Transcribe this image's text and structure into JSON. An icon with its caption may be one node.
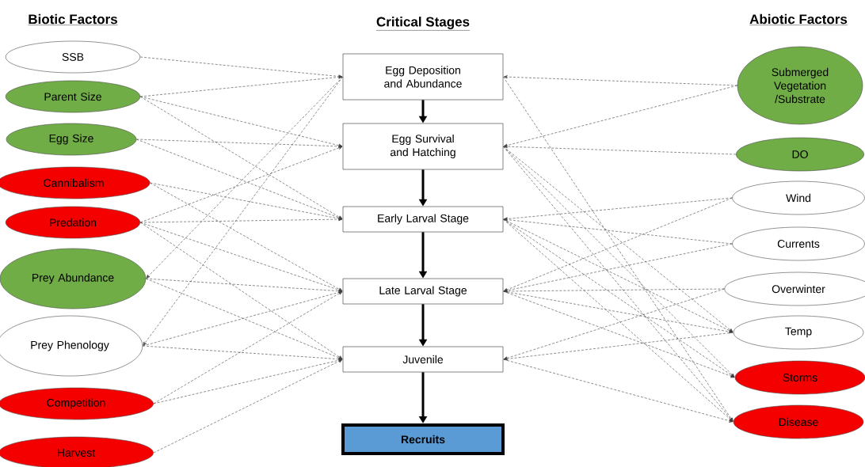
{
  "diagram": {
    "nodes": [
      {
        "text": [
          "SSB"
        ]
      },
      {
        "text": [
          "Parent Size"
        ]
      },
      {
        "text": [
          "Egg Size"
        ]
      },
      {
        "text": [
          "Cannibalism"
        ]
      },
      {
        "text": [
          "Predation"
        ]
      },
      {
        "text": [
          "Prey Abundance"
        ]
      },
      {
        "text": [
          "Prey Phenology"
        ]
      },
      {
        "text": [
          "Competition"
        ]
      },
      {
        "text": [
          "Harvest"
        ]
      },
      {
        "text": [
          "Egg Deposition and Abundance"
        ]
      },
      {
        "text": [
          "Egg Survival and Hatching"
        ]
      },
      {
        "text": [
          "Early Larval Stage"
        ]
      },
      {
        "text": [
          "Late Larval Stage"
        ]
      },
      {
        "text": [
          "Juvenile"
        ]
      },
      {
        "text": [
          "Recruits"
        ]
      },
      {
        "text": [
          "Submerged Vegetation /Substrate"
        ]
      },
      {
        "text": [
          "DO"
        ]
      },
      {
        "text": [
          "Wind"
        ]
      },
      {
        "text": [
          "Currents"
        ]
      },
      {
        "text": [
          "Overwinter"
        ]
      },
      {
        "text": [
          "Temp"
        ]
      },
      {
        "text": [
          "Storms"
        ]
      },
      {
        "text": [
          "Disease"
        ]
      }
    ],
    "edges": [
      {
        "from": 9,
        "to": 10,
        "arrow": "to",
        "style": "thick"
      },
      {
        "from": 10,
        "to": 11,
        "arrow": "to",
        "style": "thick"
      },
      {
        "from": 11,
        "to": 12,
        "arrow": "to",
        "style": "thick"
      },
      {
        "from": 12,
        "to": 13,
        "arrow": "to",
        "style": "thick"
      },
      {
        "from": 13,
        "to": 14,
        "arrow": "to",
        "style": "thick"
      },
      {
        "from": 0,
        "to": 9,
        "arrow": "to",
        "style": "dashed"
      },
      {
        "from": 1,
        "to": 9,
        "arrow": "to",
        "style": "dashed"
      },
      {
        "from": 1,
        "to": 10,
        "arrow": "to",
        "style": "dashed"
      },
      {
        "from": 1,
        "to": 11,
        "arrow": "to",
        "style": "dashed"
      },
      {
        "from": 2,
        "to": 10,
        "arrow": "to",
        "style": "dashed"
      },
      {
        "from": 2,
        "to": 11,
        "arrow": "to",
        "style": "dashed"
      },
      {
        "from": 3,
        "to": 11,
        "arrow": "to",
        "style": "dashed"
      },
      {
        "from": 3,
        "to": 12,
        "arrow": "to",
        "style": "dashed"
      },
      {
        "from": 4,
        "to": 10,
        "arrow": "to",
        "style": "dashed"
      },
      {
        "from": 4,
        "to": 11,
        "arrow": "to",
        "style": "dashed"
      },
      {
        "from": 4,
        "to": 12,
        "arrow": "to",
        "style": "dashed"
      },
      {
        "from": 4,
        "to": 13,
        "arrow": "to",
        "style": "dashed"
      },
      {
        "from": 9,
        "to": 5,
        "arrow": "to",
        "style": "dashed"
      },
      {
        "from": 5,
        "to": 12,
        "arrow": "to",
        "style": "dashed"
      },
      {
        "from": 5,
        "to": 13,
        "arrow": "to",
        "style": "dashed"
      },
      {
        "from": 9,
        "to": 6,
        "arrow": "to",
        "style": "dashed"
      },
      {
        "from": 6,
        "to": 12,
        "arrow": "to",
        "style": "dashed"
      },
      {
        "from": 6,
        "to": 13,
        "arrow": "to",
        "style": "dashed"
      },
      {
        "from": 7,
        "to": 12,
        "arrow": "to",
        "style": "dashed"
      },
      {
        "from": 7,
        "to": 13,
        "arrow": "to",
        "style": "dashed"
      },
      {
        "from": 8,
        "to": 13,
        "arrow": "to",
        "style": "dashed"
      },
      {
        "from": 15,
        "to": 9,
        "arrow": "to",
        "style": "dashed"
      },
      {
        "from": 15,
        "to": 10,
        "arrow": "to",
        "style": "dashed"
      },
      {
        "from": 16,
        "to": 10,
        "arrow": "to",
        "style": "dashed"
      },
      {
        "from": 17,
        "to": 11,
        "arrow": "to",
        "style": "dashed"
      },
      {
        "from": 17,
        "to": 12,
        "arrow": "to",
        "style": "dashed"
      },
      {
        "from": 18,
        "to": 11,
        "arrow": "to",
        "style": "dashed"
      },
      {
        "from": 18,
        "to": 12,
        "arrow": "to",
        "style": "dashed"
      },
      {
        "from": 19,
        "to": 12,
        "arrow": "to",
        "style": "dashed"
      },
      {
        "from": 19,
        "to": 13,
        "arrow": "to",
        "style": "dashed"
      },
      {
        "from": 10,
        "to": 20,
        "arrow": "to",
        "style": "dashed"
      },
      {
        "from": 11,
        "to": 20,
        "arrow": "to",
        "style": "dashed"
      },
      {
        "from": 12,
        "to": 20,
        "arrow": "to",
        "style": "dashed"
      },
      {
        "from": 20,
        "to": 13,
        "arrow": "to",
        "style": "dashed"
      },
      {
        "from": 10,
        "to": 21,
        "arrow": "to",
        "style": "dashed"
      },
      {
        "from": 11,
        "to": 21,
        "arrow": "to",
        "style": "dashed"
      },
      {
        "from": 12,
        "to": 21,
        "arrow": "to",
        "style": "dashed"
      },
      {
        "from": 9,
        "to": 22,
        "arrow": "to",
        "style": "dashed"
      },
      {
        "from": 10,
        "to": 22,
        "arrow": "to",
        "style": "dashed"
      },
      {
        "from": 11,
        "to": 22,
        "arrow": "to",
        "style": "dashed"
      },
      {
        "from": 13,
        "to": 22,
        "arrow": "to",
        "style": "dashed"
      }
    ],
    "labels": [
      "Biotic Factors",
      "Critical Stages",
      "Abiotic Factors"
    ]
  }
}
